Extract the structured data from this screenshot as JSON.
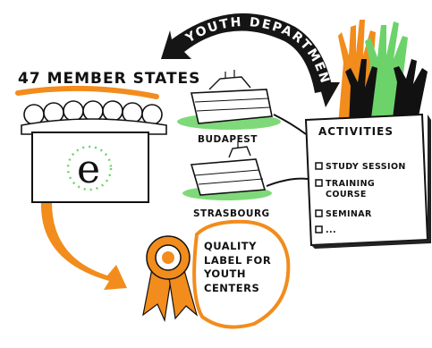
{
  "banner": {
    "text": "YOUTH DEPARTMENT"
  },
  "member_states": {
    "label": "47 MEMBER STATES"
  },
  "logo": {
    "letter": "e"
  },
  "cities": [
    {
      "name": "BUDAPEST"
    },
    {
      "name": "STRASBOURG"
    }
  ],
  "activities": {
    "title": "ACTIVITIES",
    "items": [
      {
        "label": "STUDY SESSION"
      },
      {
        "label": "TRAINING COURSE"
      },
      {
        "label": "SEMINAR"
      },
      {
        "label": "..."
      }
    ]
  },
  "quality": {
    "label": "QUALITY LABEL FOR YOUTH CENTERS"
  },
  "colors": {
    "orange": "#f28c1c",
    "green": "#7fd97a",
    "black": "#111111",
    "banner": "#151515"
  }
}
